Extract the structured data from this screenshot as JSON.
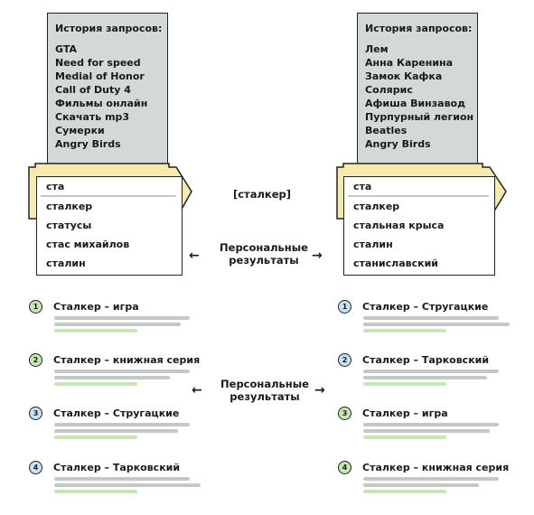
{
  "left": {
    "history_title": "История запросов:",
    "history_items": [
      "GTA",
      "Need for speed",
      "Medial of Honor",
      "Call of Duty 4",
      "Фильмы онлайн",
      "Скачать mp3",
      "Сумерки",
      "Angry Birds"
    ],
    "query": "ста",
    "suggestions": [
      "сталкер",
      "статусы",
      "стас михайлов",
      "сталин"
    ],
    "results": [
      {
        "num": "1",
        "title": "Сталкер – игра"
      },
      {
        "num": "2",
        "title": "Сталкер – книжная серия"
      },
      {
        "num": "3",
        "title": "Сталкер – Стругацкие"
      },
      {
        "num": "4",
        "title": "Сталкер – Тарковский"
      }
    ]
  },
  "right": {
    "history_title": "История запросов:",
    "history_items": [
      "Лем",
      "Анна Каренина",
      "Замок Кафка",
      "Солярис",
      "Афиша Винзавод",
      "Пурпурный легион",
      "Beatles",
      "Angry Birds"
    ],
    "query": "ста",
    "suggestions": [
      "сталкер",
      "стальная крыса",
      "сталин",
      "станиславский"
    ],
    "results": [
      {
        "num": "1",
        "title": "Сталкер – Стругацкие"
      },
      {
        "num": "2",
        "title": "Сталкер – Тарковский"
      },
      {
        "num": "3",
        "title": "Сталкер – игра"
      },
      {
        "num": "4",
        "title": "Сталкер – книжная серия"
      }
    ]
  },
  "center": {
    "query_label": "[сталкер]",
    "personal_line1": "Персональные",
    "personal_line2": "результаты",
    "arrow_left": "←",
    "arrow_right": "→"
  },
  "colors": {
    "history_bg": "#d3d9d8",
    "tab_fill": "#f7eab0",
    "num_colors": [
      "#c7e6b7",
      "#c7e6b7",
      "#c6e1f4",
      "#c6e1f4"
    ],
    "num_colors_right": [
      "#c6e1f4",
      "#c6e1f4",
      "#c7e6b7",
      "#c7e6b7"
    ]
  }
}
